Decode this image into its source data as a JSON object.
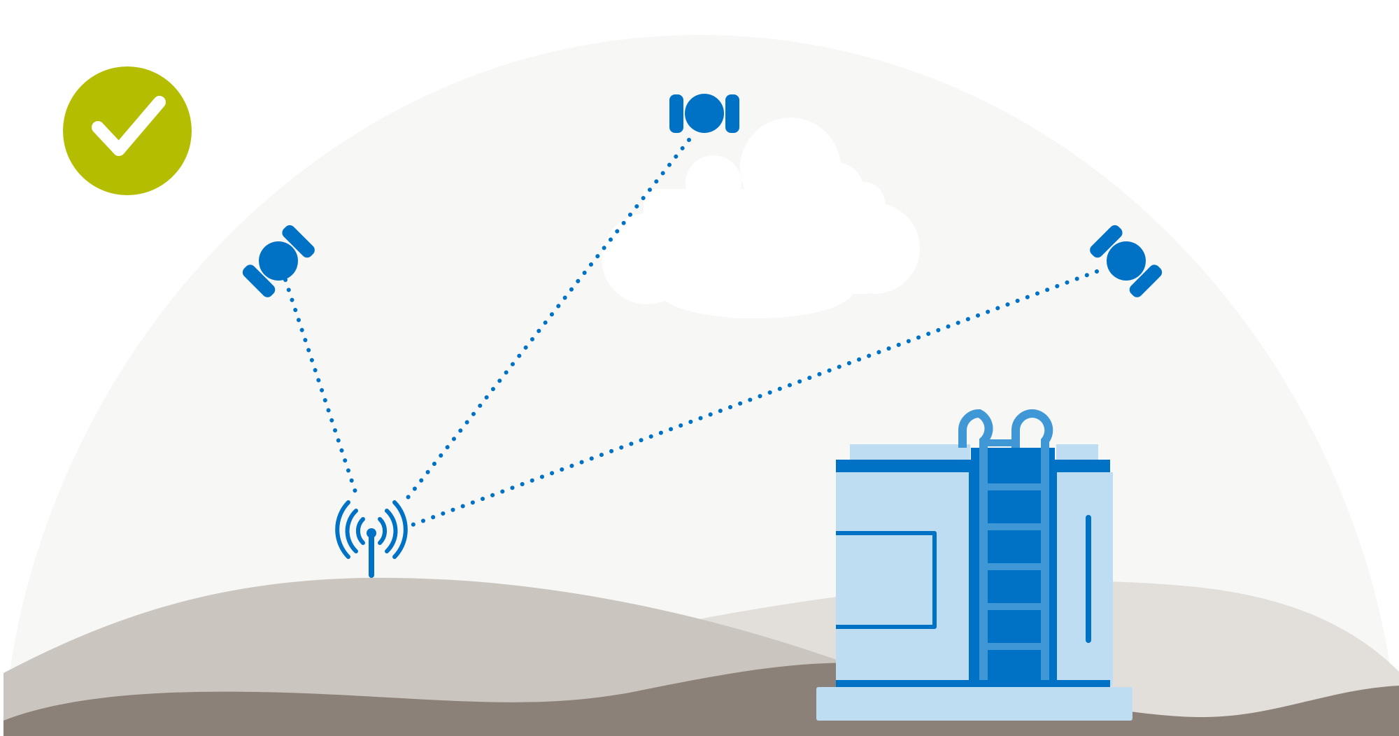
{
  "colors": {
    "background": "#ffffff",
    "sky_dome": "#f7f7f5",
    "cloud": "#ffffff",
    "hill_far": "#e2dfda",
    "hill_mid": "#cbc5bf",
    "ground_front": "#8c8178",
    "brand_blue": "#0072c6",
    "light_blue": "#bfddf2",
    "mid_blue": "#3f97d6",
    "check_badge": "#b5bd00",
    "check_mark": "#ffffff"
  },
  "icons": {
    "status": "checkmark-icon",
    "satellites": [
      "satellite-icon",
      "satellite-icon",
      "satellite-icon"
    ],
    "receiver": "antenna-icon",
    "facility": "storage-tank-icon"
  },
  "signal_links": [
    {
      "from": "satellite-left",
      "to": "antenna",
      "style": "dotted"
    },
    {
      "from": "satellite-top",
      "to": "antenna",
      "style": "dotted"
    },
    {
      "from": "satellite-right",
      "to": "antenna",
      "style": "dotted"
    }
  ]
}
